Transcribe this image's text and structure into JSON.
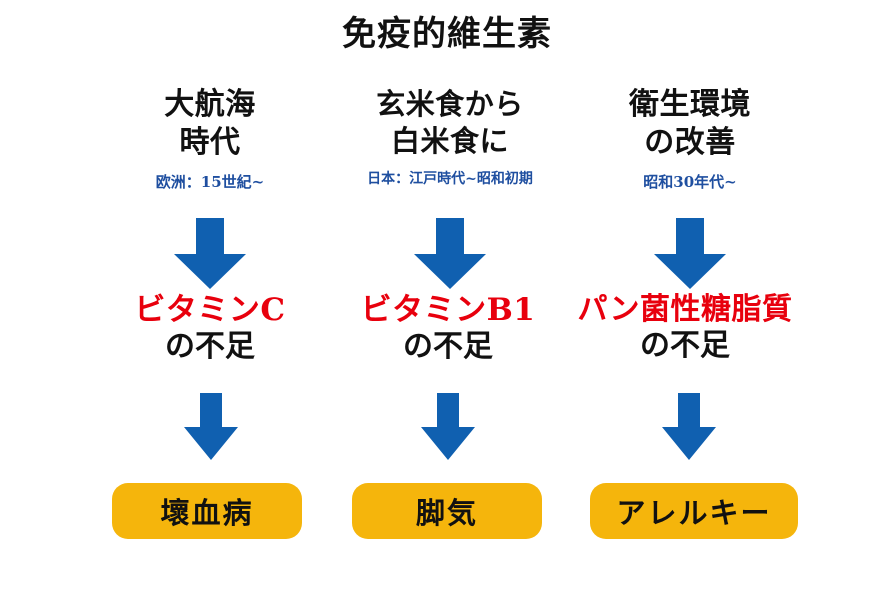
{
  "title": "免疫的維生素",
  "accent_colors": {
    "arrow_blue": "#1060B0",
    "period_blue": "#1F4FA0",
    "deficiency_red": "#E8000D",
    "pill_yellow": "#F5B50C",
    "text_black": "#111111",
    "background": "#FFFFFF"
  },
  "columns": [
    {
      "heading": "大航海\n時代",
      "period": "欧洲：15世紀~",
      "arrow_top": "down-arrow-icon",
      "deficiency_name": "ビタミンC",
      "deficiency_suffix": "の不足",
      "arrow_bottom": "down-arrow-icon",
      "outcome": "壞血病"
    },
    {
      "heading": "玄米食から\n白米食に",
      "period": "日本：江戸時代~昭和初期",
      "arrow_top": "down-arrow-icon",
      "deficiency_name": "ビタミンB1",
      "deficiency_suffix": "の不足",
      "arrow_bottom": "down-arrow-icon",
      "outcome": "脚気"
    },
    {
      "heading": "衛生環境\nの改善",
      "period": "昭和30年代~",
      "arrow_top": "down-arrow-icon",
      "deficiency_name": "パン菌性糖脂質",
      "deficiency_suffix": "の不足",
      "arrow_bottom": "down-arrow-icon",
      "outcome": "アレルキー"
    }
  ]
}
